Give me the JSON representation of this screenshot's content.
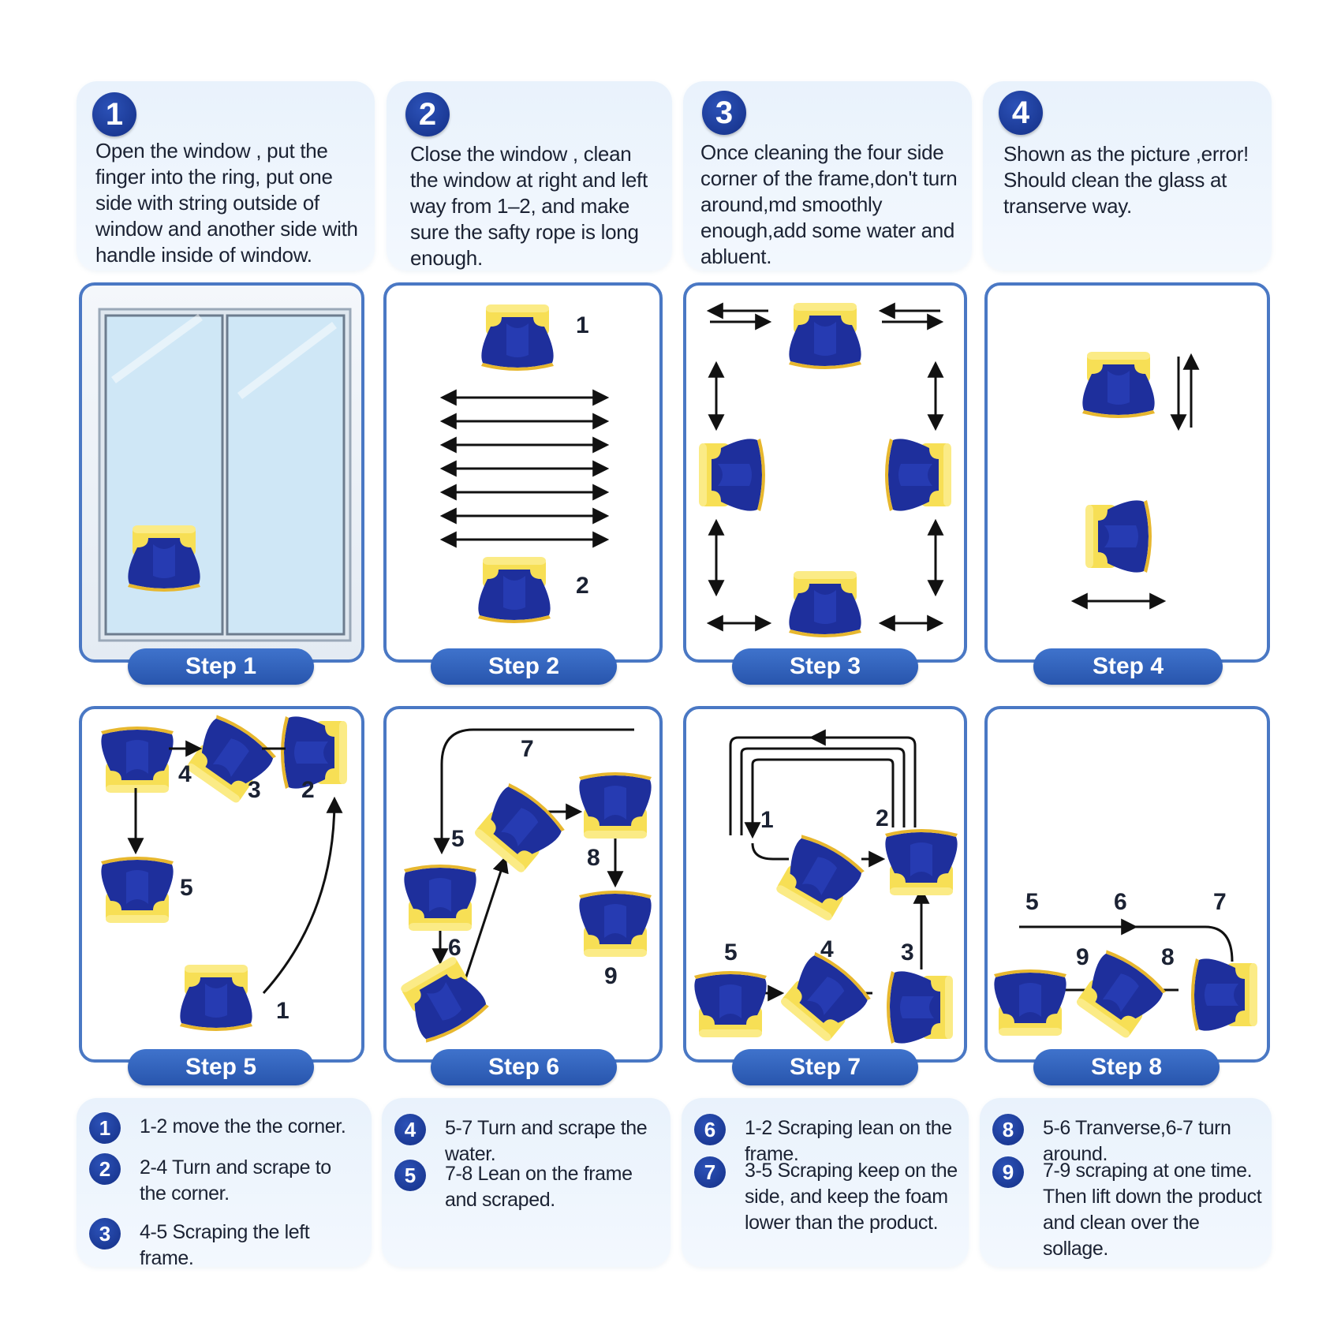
{
  "instructions": [
    {
      "num": "1",
      "text": "Open the window , put the finger into the ring, put one side with string outside of window and another side with handle inside of window."
    },
    {
      "num": "2",
      "text": "Close the window , clean the window at right and left way from 1–2, and make sure the safty rope is long enough."
    },
    {
      "num": "3",
      "text": "Once cleaning the four side corner of the frame,don't turn around,md smoothly enough,add some water and abluent."
    },
    {
      "num": "4",
      "text": "Shown as the picture ,error! Should clean the glass at transerve way."
    }
  ],
  "steps": [
    {
      "label": "Step 1"
    },
    {
      "label": "Step 2"
    },
    {
      "label": "Step 3"
    },
    {
      "label": "Step 4"
    },
    {
      "label": "Step 5"
    },
    {
      "label": "Step 6"
    },
    {
      "label": "Step 7"
    },
    {
      "label": "Step 8"
    }
  ],
  "diagram_labels": {
    "step2": [
      "1",
      "2"
    ],
    "step5": [
      "4",
      "3",
      "2",
      "5",
      "1"
    ],
    "step6": [
      "7",
      "5",
      "8",
      "6",
      "9"
    ],
    "step7": [
      "1",
      "2",
      "5",
      "4",
      "3"
    ],
    "step8": [
      "5",
      "6",
      "7",
      "9",
      "8"
    ]
  },
  "notes": [
    [
      {
        "num": "1",
        "text": "1-2 move the the corner."
      },
      {
        "num": "2",
        "text": "2-4 Turn and scrape to the corner."
      },
      {
        "num": "3",
        "text": "4-5 Scraping the left frame."
      }
    ],
    [
      {
        "num": "4",
        "text": "5-7 Turn and scrape the water."
      },
      {
        "num": "5",
        "text": "7-8 Lean on the frame and scraped."
      }
    ],
    [
      {
        "num": "6",
        "text": "1-2 Scraping lean on the frame."
      },
      {
        "num": "7",
        "text": "3-5 Scraping keep on the side, and keep the foam lower than the product."
      }
    ],
    [
      {
        "num": "8",
        "text": "5-6 Tranverse,6-7 turn around."
      },
      {
        "num": "9",
        "text": "7-9 scraping at one time. Then lift down the product and clean over the sollage."
      }
    ]
  ],
  "colors": {
    "navy": "#1e2f9c",
    "sponge": "#f7df55",
    "frame": "#4a78c4",
    "card": "#e9f2fc"
  }
}
